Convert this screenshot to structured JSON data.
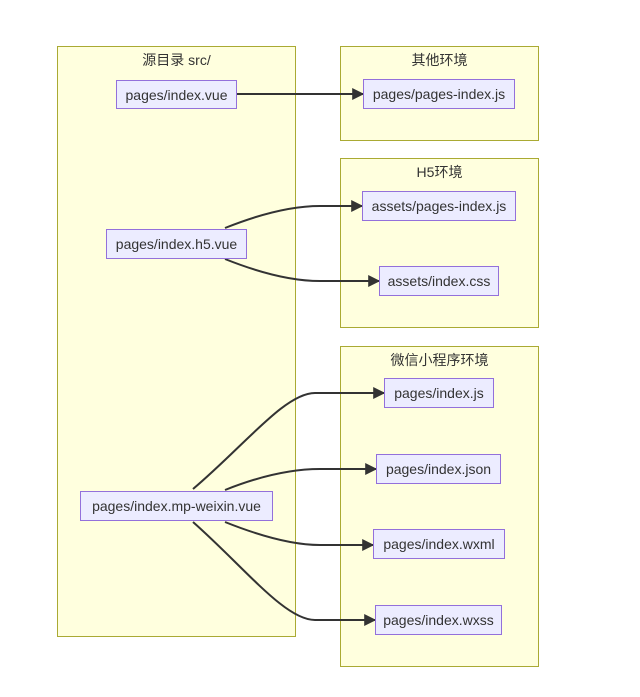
{
  "clusters": {
    "src": {
      "title": "源目录 src/"
    },
    "other": {
      "title": "其他环境"
    },
    "h5": {
      "title": "H5环境"
    },
    "weixin": {
      "title": "微信小程序环境"
    }
  },
  "nodes": {
    "index_vue": "pages/index.vue",
    "index_h5_vue": "pages/index.h5.vue",
    "index_mp_weixin_vue": "pages/index.mp-weixin.vue",
    "pages_index_js": "pages/pages-index.js",
    "assets_pages_index_js": "assets/pages-index.js",
    "assets_index_css": "assets/index.css",
    "wx_index_js": "pages/index.js",
    "wx_index_json": "pages/index.json",
    "wx_index_wxml": "pages/index.wxml",
    "wx_index_wxss": "pages/index.wxss"
  },
  "edges": [
    {
      "from": "index_vue",
      "to": "pages_index_js"
    },
    {
      "from": "index_h5_vue",
      "to": "assets_pages_index_js"
    },
    {
      "from": "index_h5_vue",
      "to": "assets_index_css"
    },
    {
      "from": "index_mp_weixin_vue",
      "to": "wx_index_js"
    },
    {
      "from": "index_mp_weixin_vue",
      "to": "wx_index_json"
    },
    {
      "from": "index_mp_weixin_vue",
      "to": "wx_index_wxml"
    },
    {
      "from": "index_mp_weixin_vue",
      "to": "wx_index_wxss"
    }
  ],
  "colors": {
    "cluster_fill": "#ffffde",
    "cluster_border": "#aaaa33",
    "node_fill": "#ececff",
    "node_border": "#9370db",
    "edge": "#333333",
    "text": "#333333"
  }
}
